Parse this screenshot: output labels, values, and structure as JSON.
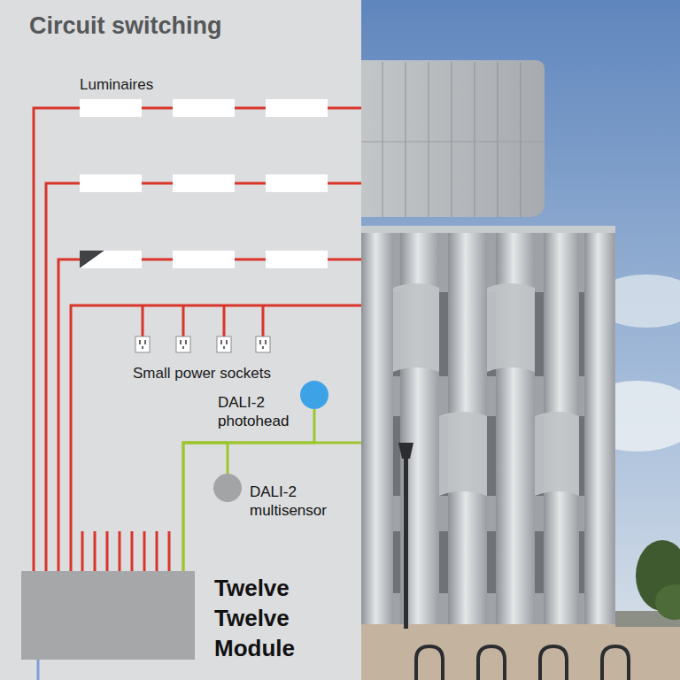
{
  "diagram": {
    "title": "Circuit switching",
    "nodes": [
      {
        "text": [
          "DALI-2 photohead"
        ]
      },
      {
        "text": [
          "DALI-2 multisensor"
        ]
      },
      {
        "text": [
          "Twelve Twelve Module"
        ]
      }
    ],
    "edges": [
      {
        "from": 2,
        "to": 0,
        "arrow": "none"
      },
      {
        "from": 2,
        "to": 1,
        "arrow": "none"
      }
    ],
    "labels": [
      "Luminaires",
      "Small power sockets"
    ]
  }
}
